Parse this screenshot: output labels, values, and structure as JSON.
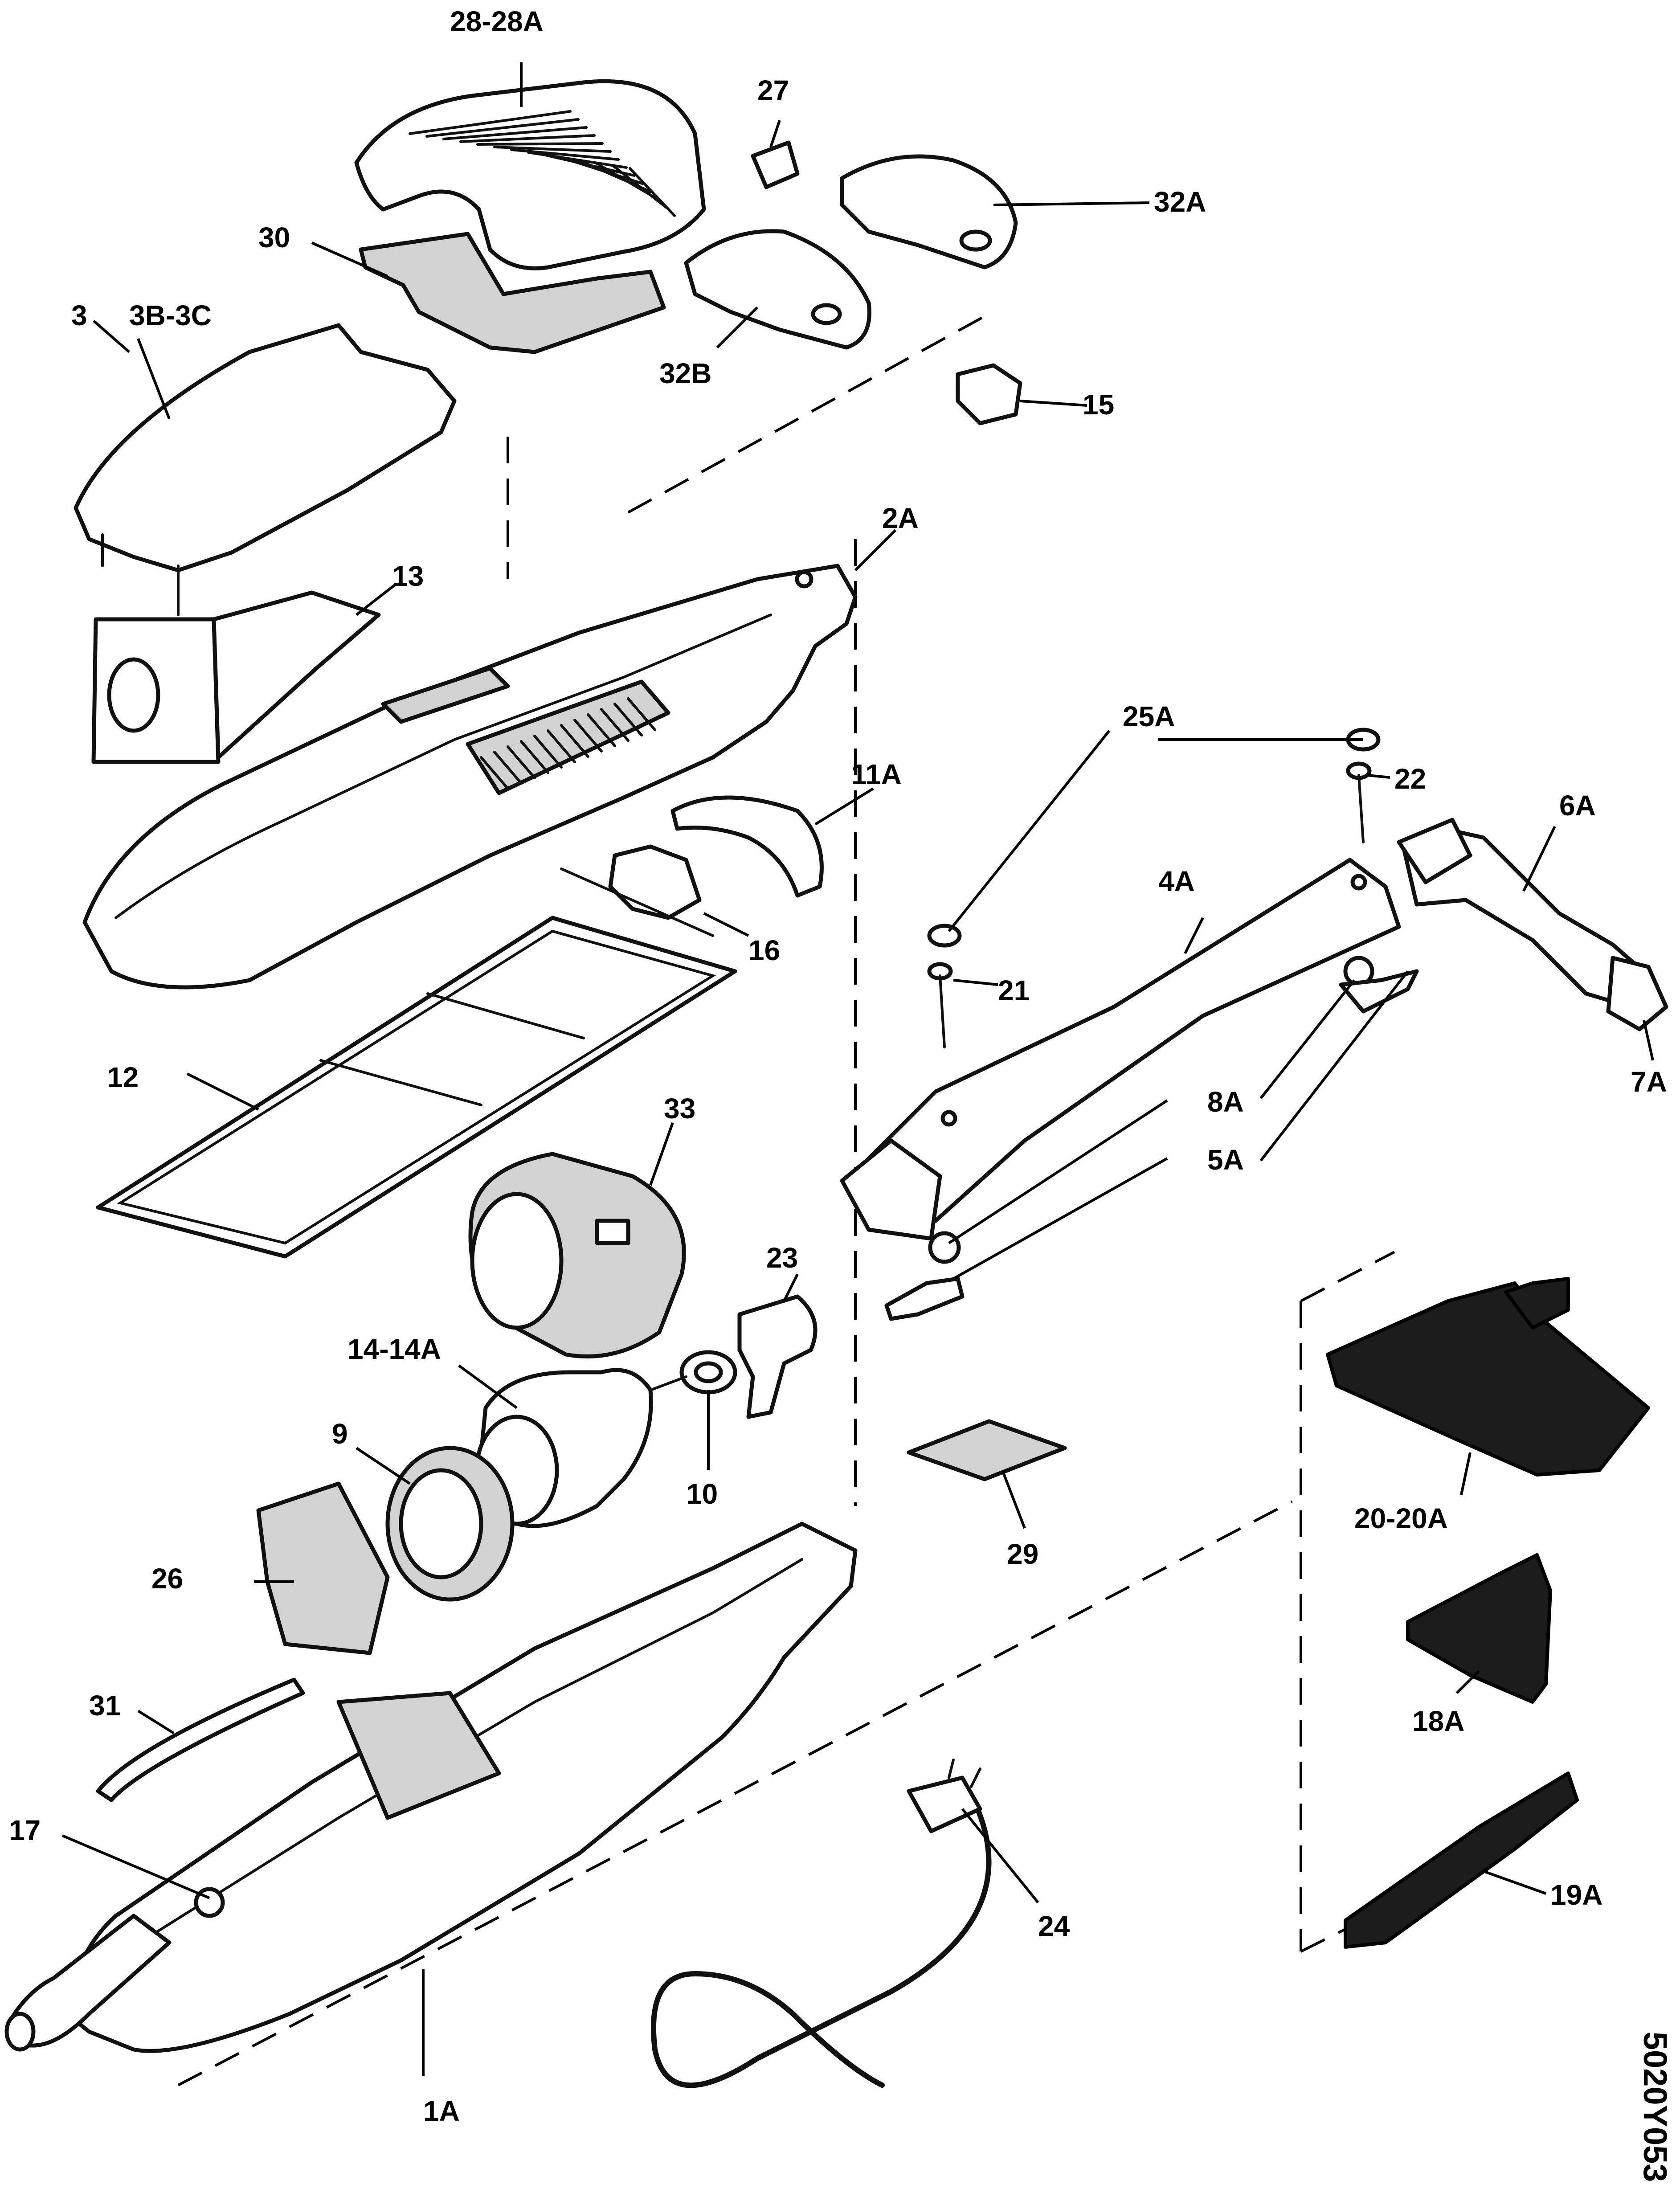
{
  "drawing_code": "5020Y053",
  "callouts": [
    {
      "id": "p28",
      "text": "28-28A"
    },
    {
      "id": "p27",
      "text": "27"
    },
    {
      "id": "p32a",
      "text": "32A"
    },
    {
      "id": "p30",
      "text": "30"
    },
    {
      "id": "p3",
      "text": "3"
    },
    {
      "id": "p3b",
      "text": "3B-3C"
    },
    {
      "id": "p32b",
      "text": "32B"
    },
    {
      "id": "p15",
      "text": "15"
    },
    {
      "id": "p2a",
      "text": "2A"
    },
    {
      "id": "p13",
      "text": "13"
    },
    {
      "id": "p25a",
      "text": "25A"
    },
    {
      "id": "p22",
      "text": "22"
    },
    {
      "id": "p6a",
      "text": "6A"
    },
    {
      "id": "p11a",
      "text": "11A"
    },
    {
      "id": "p4a",
      "text": "4A"
    },
    {
      "id": "p16",
      "text": "16"
    },
    {
      "id": "p21",
      "text": "21"
    },
    {
      "id": "p7a",
      "text": "7A"
    },
    {
      "id": "p12",
      "text": "12"
    },
    {
      "id": "p33",
      "text": "33"
    },
    {
      "id": "p8a",
      "text": "8A"
    },
    {
      "id": "p5a",
      "text": "5A"
    },
    {
      "id": "p23",
      "text": "23"
    },
    {
      "id": "p14",
      "text": "14-14A"
    },
    {
      "id": "p9",
      "text": "9"
    },
    {
      "id": "p10",
      "text": "10"
    },
    {
      "id": "p29",
      "text": "29"
    },
    {
      "id": "p20",
      "text": "20-20A"
    },
    {
      "id": "p26",
      "text": "26"
    },
    {
      "id": "p18a",
      "text": "18A"
    },
    {
      "id": "p31",
      "text": "31"
    },
    {
      "id": "p17",
      "text": "17"
    },
    {
      "id": "p24",
      "text": "24"
    },
    {
      "id": "p19a",
      "text": "19A"
    },
    {
      "id": "p1a",
      "text": "1A"
    }
  ]
}
